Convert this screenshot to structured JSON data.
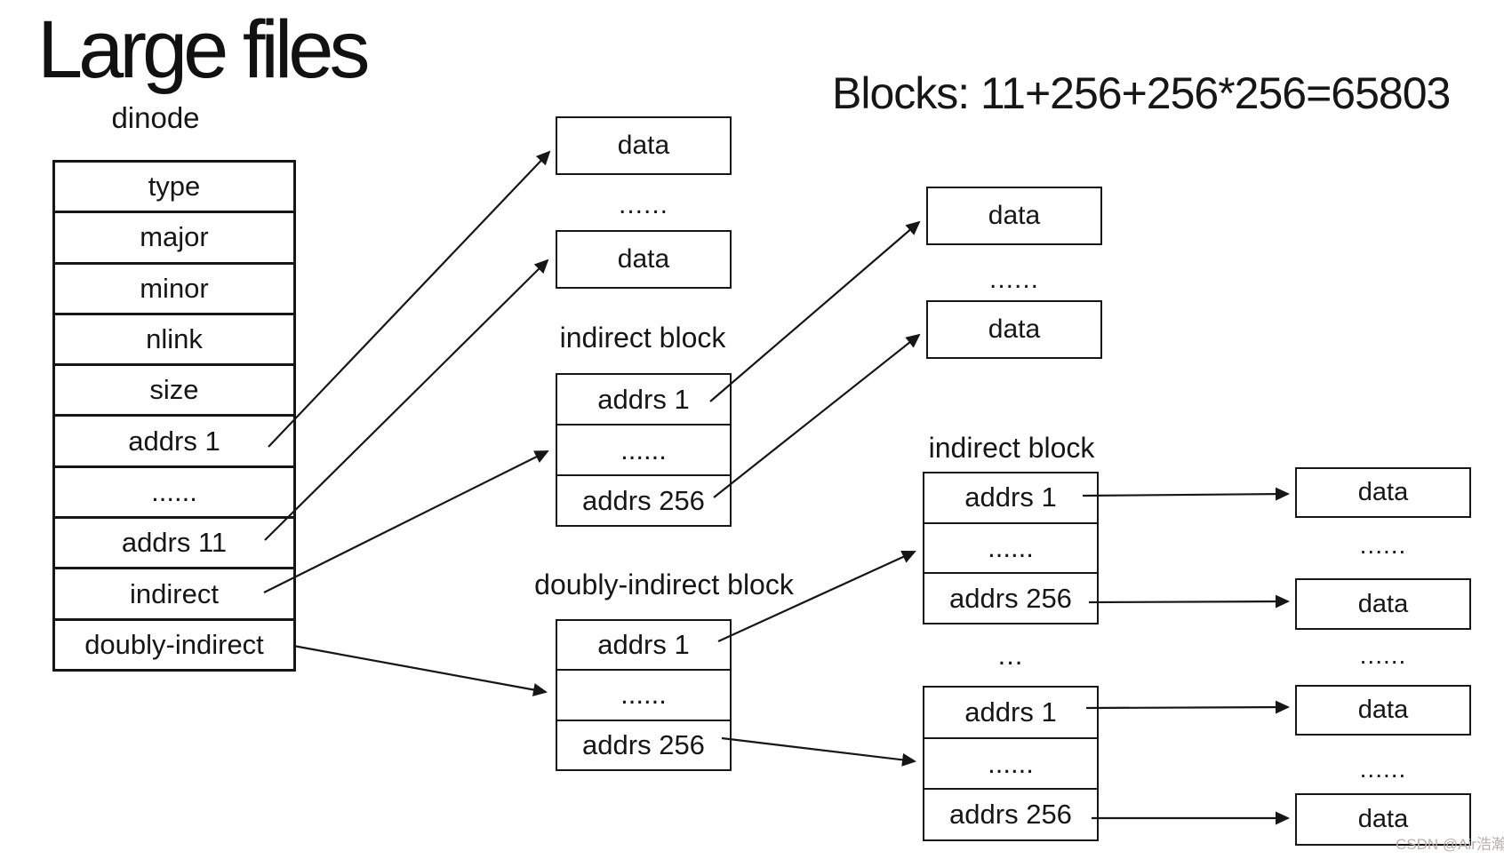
{
  "page": {
    "title": "Large files",
    "blocks_formula": "Blocks: 11+256+256*256=65803",
    "watermark": "CSDN @Air浩瀚"
  },
  "dinode": {
    "label": "dinode",
    "rows": [
      "type",
      "major",
      "minor",
      "nlink",
      "size",
      "addrs 1",
      "......",
      "addrs 11",
      "indirect",
      "doubly-indirect"
    ]
  },
  "indirect_block": {
    "label": "indirect block",
    "rows": [
      "addrs 1",
      "......",
      "addrs 256"
    ]
  },
  "doubly_indirect_block": {
    "label": "doubly-indirect block",
    "rows": [
      "addrs 1",
      "......",
      "addrs 256"
    ]
  },
  "right_indirect": {
    "label": "indirect block",
    "top_rows": [
      "addrs 1",
      "......",
      "addrs 256"
    ],
    "bottom_rows": [
      "addrs 1",
      "......",
      "addrs 256"
    ]
  },
  "data_block": {
    "label": "data"
  },
  "ellipsis": {
    "long": "......",
    "short": "..."
  },
  "colors": {
    "ink": "#161616",
    "background": "#ffffff",
    "watermark": "#b9afaf"
  }
}
